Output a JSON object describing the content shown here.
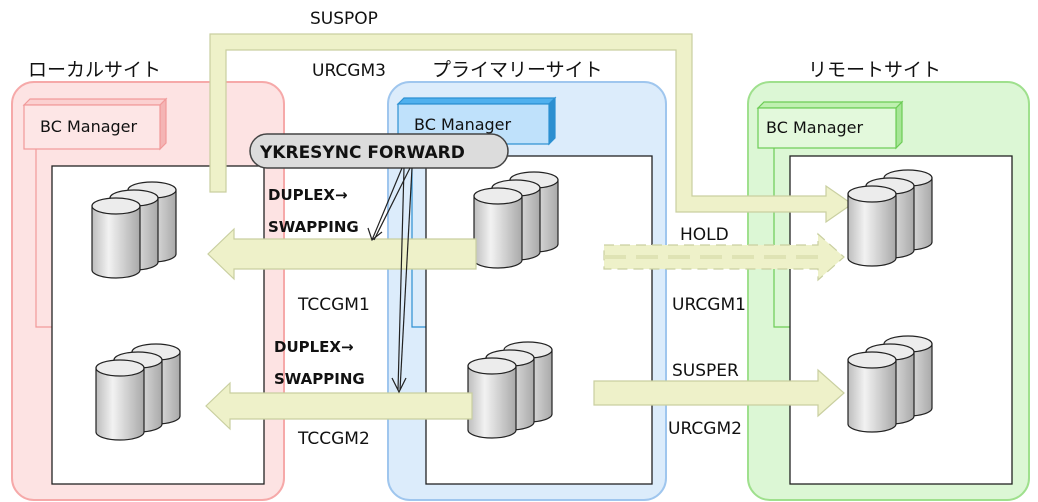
{
  "sites": {
    "local": {
      "title": "ローカルサイト",
      "manager": "BC Manager"
    },
    "primary": {
      "title": "プライマリーサイト",
      "manager": "BC Manager"
    },
    "remote": {
      "title": "リモートサイト",
      "manager": "BC Manager"
    }
  },
  "command": "YKRESYNC FORWARD",
  "states": {
    "tc1_line1": "DUPLEX→",
    "tc1_line2": "SWAPPING",
    "tc2_line1": "DUPLEX→",
    "tc2_line2": "SWAPPING"
  },
  "links": {
    "urcgm3_status": "SUSPOP",
    "urcgm3_name": "URCGM3",
    "tccgm1_name": "TCCGM1",
    "tccgm2_name": "TCCGM2",
    "urcgm1_status": "HOLD",
    "urcgm1_name": "URCGM1",
    "urcgm2_status": "SUSPER",
    "urcgm2_name": "URCGM2"
  },
  "colors": {
    "local_bg": "#fde3e3",
    "local_border": "#f6a9a9",
    "primary_bg": "#dcecfb",
    "primary_border": "#9fc6ee",
    "remote_bg": "#dcf7d5",
    "remote_border": "#9fe08d",
    "arrow_fill": "#eef1c9",
    "arrow_stroke": "#c9cfa0",
    "bubble_fill": "#dcdcdc"
  }
}
